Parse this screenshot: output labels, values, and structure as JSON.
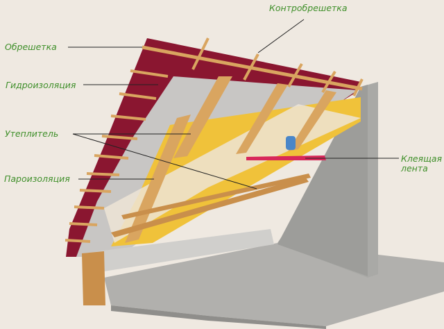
{
  "labels": {
    "battens": "Обрешетка",
    "waterproofing": "Гидроизоляция",
    "insulation": "Утеплитель",
    "vapor_barrier": "Пароизоляция",
    "counter_battens": "Контробрешетка",
    "tape_line1": "Клеящая",
    "tape_line2": "лента"
  },
  "colors": {
    "background": "#efe9e1",
    "label_text": "#3f8f2a",
    "roofing": "#8a1630",
    "insulation": "#f0c23a",
    "wood": "#d9a560",
    "concrete": "#a9a9a6",
    "tape": "#d8285a"
  }
}
